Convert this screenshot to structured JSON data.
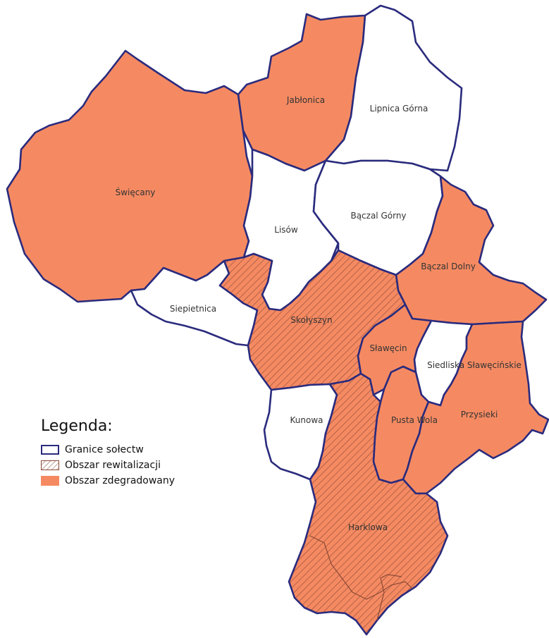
{
  "colors": {
    "boundary": "#2a2b7d",
    "degraded": "#f58a62",
    "hatch": "#8a4a36",
    "plain": "#ffffff"
  },
  "regions": [
    {
      "key": "swiecany",
      "name": "Święcany",
      "status": "degraded"
    },
    {
      "key": "jablonica",
      "name": "Jabłonica",
      "status": "degraded"
    },
    {
      "key": "lipnica-gorna",
      "name": "Lipnica Górna",
      "status": "plain"
    },
    {
      "key": "lisow",
      "name": "Lisów",
      "status": "plain"
    },
    {
      "key": "baczal-gorny",
      "name": "Bączal Górny",
      "status": "plain"
    },
    {
      "key": "baczal-dolny",
      "name": "Bączal Dolny",
      "status": "degraded"
    },
    {
      "key": "siepietnica",
      "name": "Siepietnica",
      "status": "plain"
    },
    {
      "key": "skolyszyn",
      "name": "Skołyszyn",
      "status": "revitalization"
    },
    {
      "key": "slawecin",
      "name": "Sławęcin",
      "status": "degraded"
    },
    {
      "key": "siedliska-slawecinskie",
      "name": "Siedliska Sławęcińskie",
      "status": "plain"
    },
    {
      "key": "kunowa",
      "name": "Kunowa",
      "status": "plain"
    },
    {
      "key": "pusta-wola",
      "name": "Pusta Wola",
      "status": "degraded"
    },
    {
      "key": "przysieki",
      "name": "Przysieki",
      "status": "degraded"
    },
    {
      "key": "harklowa",
      "name": "Harklowa",
      "status": "revitalization"
    }
  ],
  "legend": {
    "title": "Legenda:",
    "items": [
      {
        "label": "Granice sołectw",
        "symbol": "boundary"
      },
      {
        "label": "Obszar rewitalizacji",
        "symbol": "hatch"
      },
      {
        "label": "Obszar zdegradowany",
        "symbol": "fill"
      }
    ]
  }
}
